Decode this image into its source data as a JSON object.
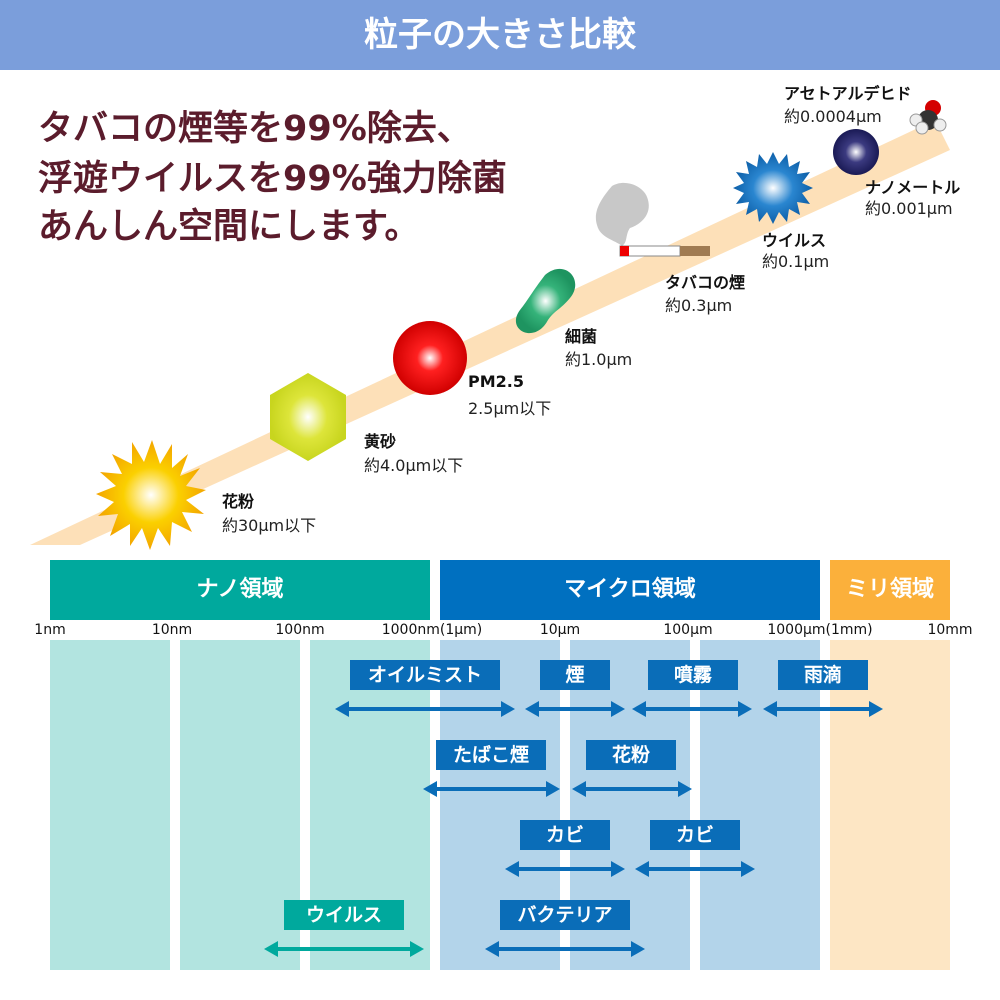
{
  "title": "粒子の大きさ比較",
  "headline": [
    "タバコの煙等を99%除去、",
    "浮遊ウイルスを99%強力除菌",
    "あんしん空間にします。"
  ],
  "particles": [
    {
      "name": "花粉",
      "size": "約30μm以下"
    },
    {
      "name": "黄砂",
      "size": "約4.0μm以下"
    },
    {
      "name": "PM2.5",
      "size": "2.5μm以下"
    },
    {
      "name": "細菌",
      "size": "約1.0μm"
    },
    {
      "name": "タバコの煙",
      "size": "約0.3μm"
    },
    {
      "name": "ウイルス",
      "size": "約0.1μm"
    },
    {
      "name": "ナノメートル",
      "size": "約0.001μm"
    },
    {
      "name": "アセトアルデヒド",
      "size": "約0.0004μm"
    }
  ],
  "regions": [
    "ナノ領域",
    "マイクロ領域",
    "ミリ領域"
  ],
  "ticks": [
    "1nm",
    "10nm",
    "100nm",
    "1000nm(1μm)",
    "10μm",
    "100μm",
    "1000μm(1mm)",
    "10mm"
  ],
  "ranges": [
    "オイルミスト",
    "煙",
    "噴霧",
    "雨滴",
    "たばこ煙",
    "花粉",
    "カビ",
    "カビ",
    "ウイルス",
    "バクテリア"
  ],
  "colors": {
    "nano": "#00a99d",
    "micro": "#0070c0",
    "milli": "#fbb03b"
  }
}
